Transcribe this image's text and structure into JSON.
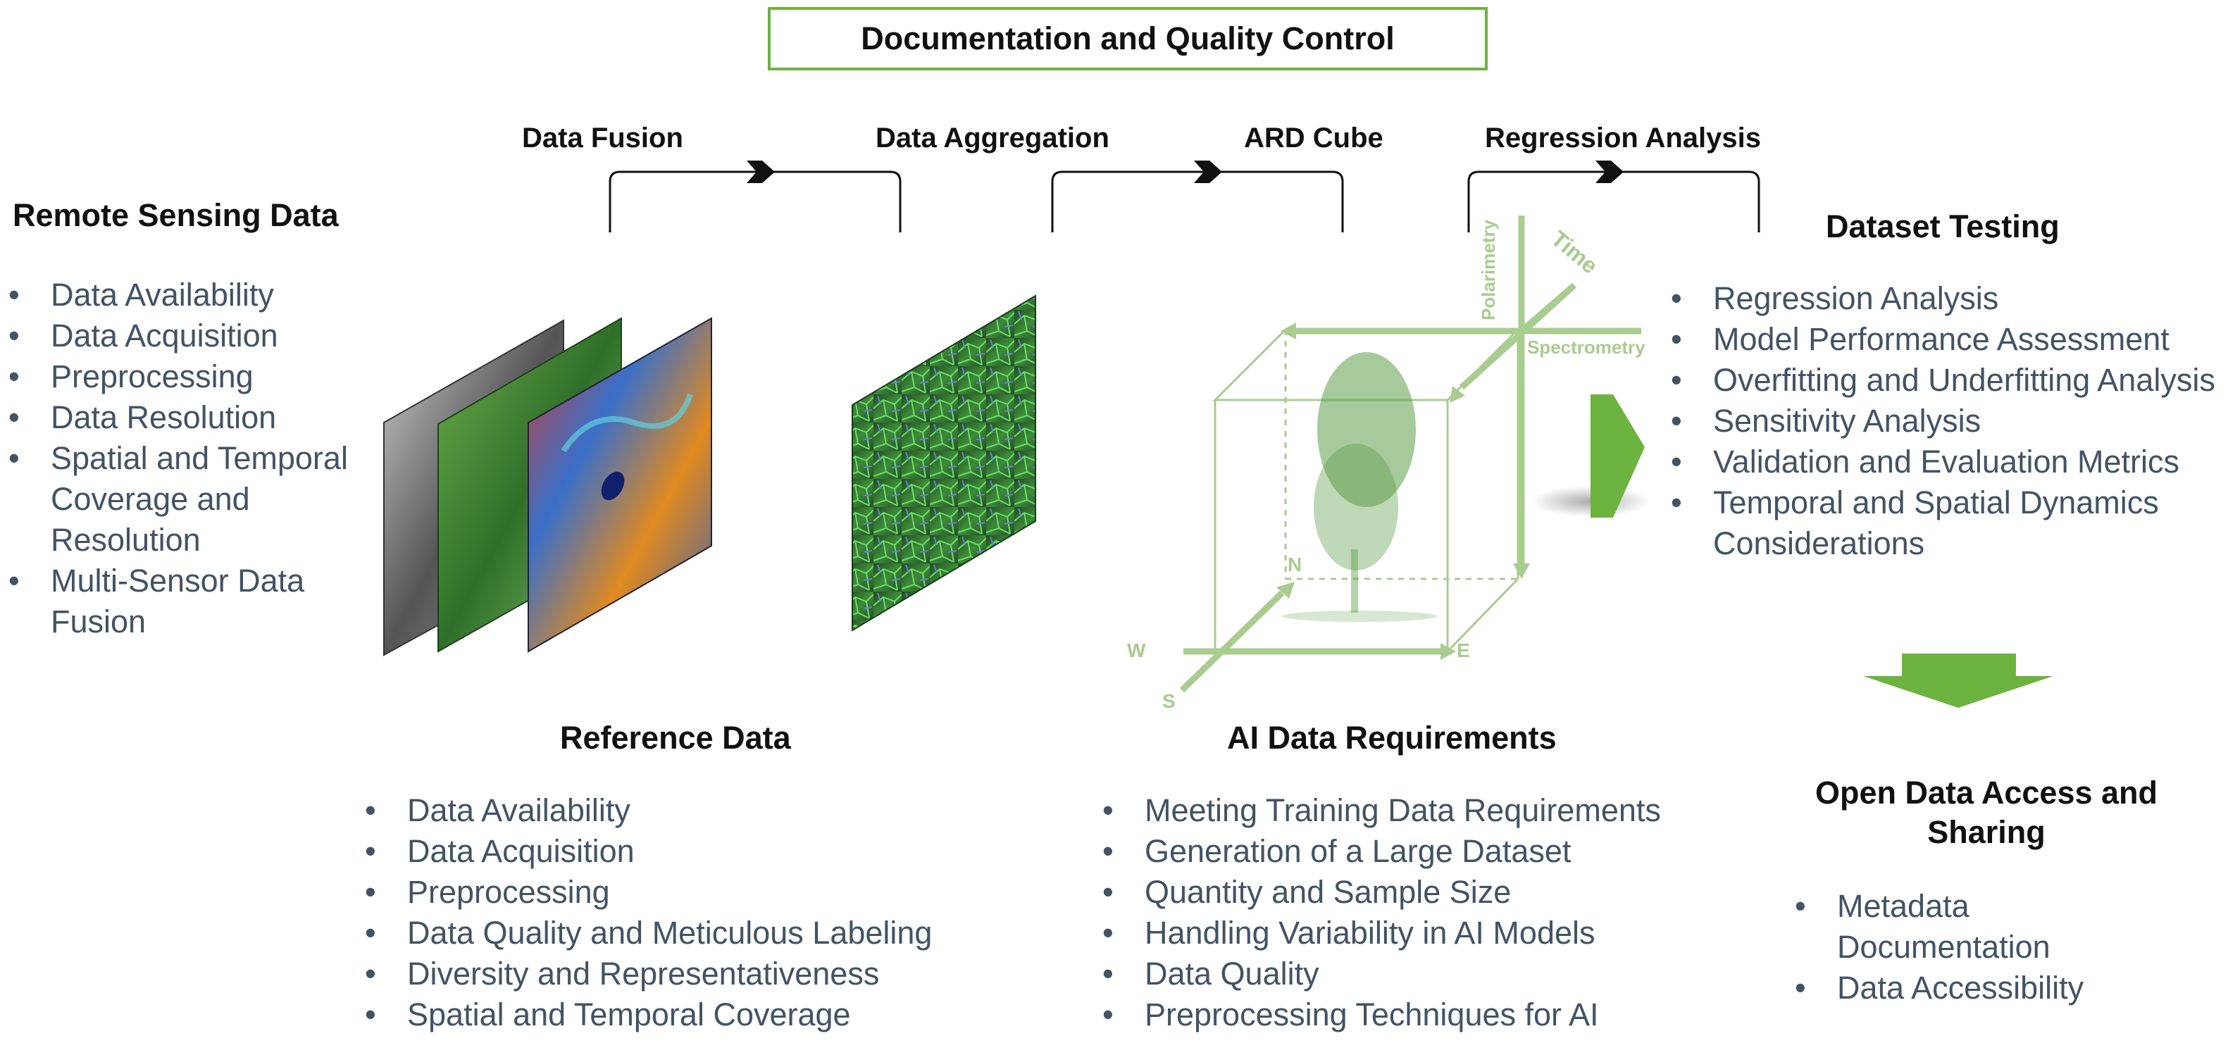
{
  "title": "Documentation and Quality Control",
  "steps": [
    "Data Fusion",
    "Data Aggregation",
    "ARD Cube",
    "Regression Analysis"
  ],
  "remote_sensing": {
    "heading": "Remote Sensing Data",
    "items": [
      "Data Availability",
      "Data Acquisition",
      "Preprocessing",
      "Data Resolution",
      "Spatial and Temporal Coverage and Resolution",
      "Multi-Sensor Data Fusion"
    ]
  },
  "reference": {
    "heading": "Reference Data",
    "items": [
      "Data Availability",
      "Data Acquisition",
      "Preprocessing",
      "Data Quality and Meticulous Labeling",
      "Diversity and Representativeness",
      "Spatial and Temporal Coverage"
    ]
  },
  "ai_requirements": {
    "heading": "AI Data Requirements",
    "items": [
      "Meeting Training Data Requirements",
      "Generation of a Large Dataset",
      "Quantity and Sample Size",
      "Handling Variability in AI Models",
      "Data Quality",
      "Preprocessing Techniques for AI"
    ]
  },
  "dataset_testing": {
    "heading": "Dataset Testing",
    "items": [
      "Regression Analysis",
      "Model Performance Assessment",
      "Overfitting and Underfitting Analysis",
      "Sensitivity Analysis",
      "Validation and Evaluation Metrics",
      "Temporal and Spatial Dynamics Considerations"
    ]
  },
  "open_data": {
    "heading": "Open Data Access and Sharing",
    "items": [
      "Metadata Documentation",
      "Data Accessibility"
    ]
  },
  "cube_axes": {
    "polarimetry": "Polarimetry",
    "time": "Time",
    "spectrometry": "Spectrometry",
    "north": "N",
    "south": "S",
    "east": "E",
    "west": "W"
  },
  "colors": {
    "accent_green": "#6db33f",
    "cube_green": "#a9cc8f",
    "bullet_text": "#425364"
  }
}
